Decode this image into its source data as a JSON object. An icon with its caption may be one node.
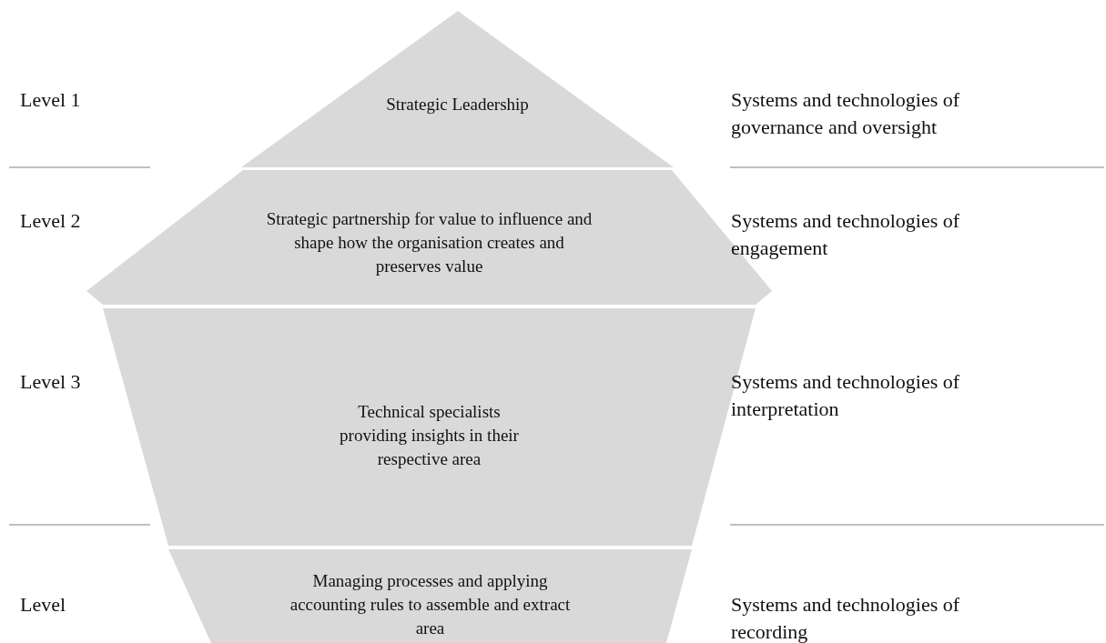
{
  "diagram": {
    "nodes": [
      {
        "text": [
          "Strategic Leadership"
        ]
      },
      {
        "text": [
          "Strategic partnership for value to influence and shape how the organisation creates and preserves value"
        ]
      },
      {
        "text": [
          "Technical specialists providing insights in their respective area"
        ]
      },
      {
        "text": [
          "Managing processes and applying accounting rules to assemble and extract area"
        ]
      }
    ],
    "labels": [
      "Level 1",
      "Systems and technologies of governance and oversight",
      "Level 2",
      "Systems and technologies of engagement",
      "Level 3",
      "Systems and technologies of interpretation",
      "Level",
      "Systems and technologies of recording"
    ]
  }
}
